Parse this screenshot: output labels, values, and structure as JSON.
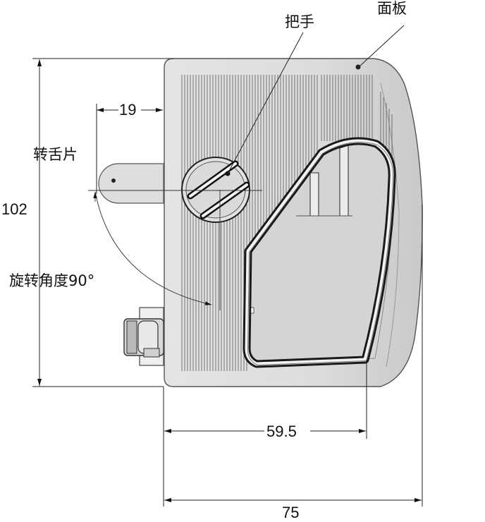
{
  "labels": {
    "panel": "面板",
    "handle": "把手",
    "tongue": "转舌片",
    "rotation": "旋转角度90°"
  },
  "dimensions": {
    "tongue_offset": "19",
    "height": "102",
    "handle_width": "59.5",
    "total_width": "75"
  }
}
